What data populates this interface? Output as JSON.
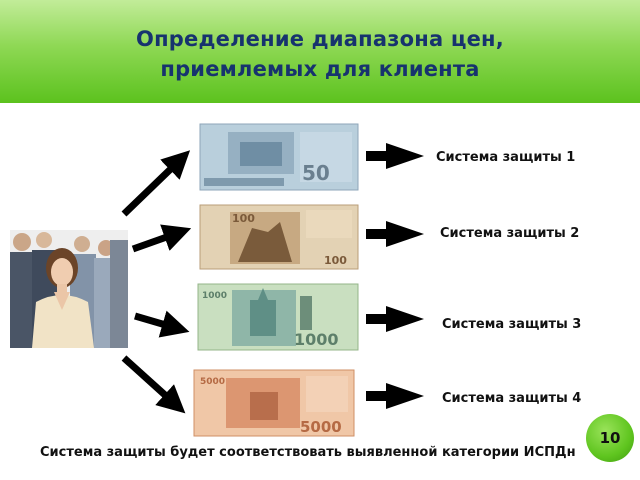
{
  "title": {
    "line1": "Определение диапазона цен,",
    "line2": "приемлемых для клиента"
  },
  "protection_labels": [
    "Система защиты 1",
    "Система защиты 2",
    "Система защиты 3",
    "Система защиты 4"
  ],
  "banknotes": [
    {
      "denomination": "50",
      "color": "#9db6c8"
    },
    {
      "denomination": "100",
      "color": "#c9a77a"
    },
    {
      "denomination": "1000",
      "color": "#a9c7a0"
    },
    {
      "denomination": "5000",
      "color": "#e0a07a"
    }
  ],
  "footer_note": "Система защиты будет соответствовать выявленной категории ИСПДн",
  "page_number": "10",
  "colors": {
    "title": "#17336e",
    "header_green": "#6ccb2c",
    "arrow": "#000000"
  }
}
